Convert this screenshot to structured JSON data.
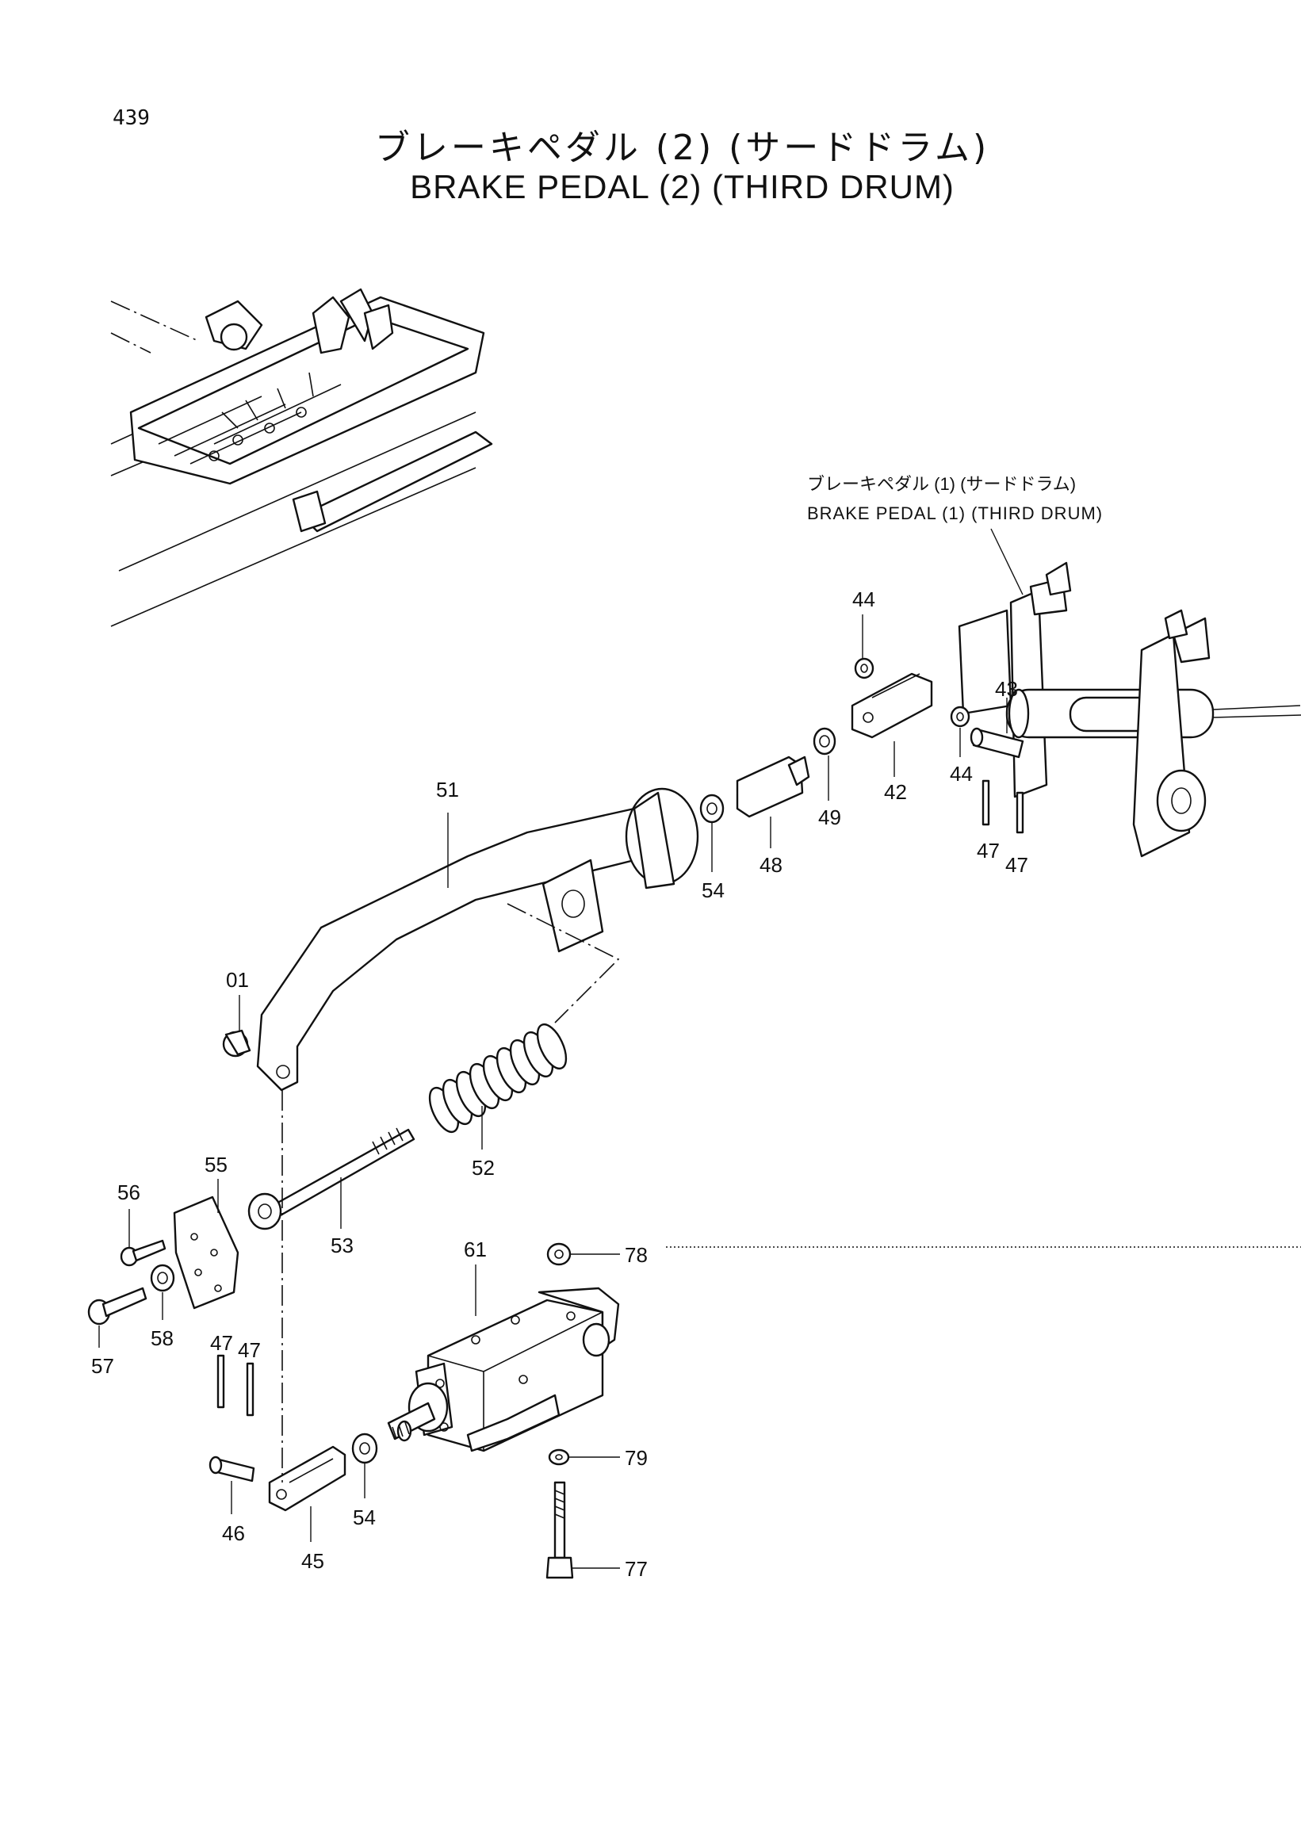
{
  "page_number": "439",
  "title": {
    "japanese": "ブレーキペダル (2) (サードドラム)",
    "english": "BRAKE PEDAL (2) (THIRD DRUM)"
  },
  "reference": {
    "japanese": "ブレーキペダル (1) (サードドラム)",
    "english": "BRAKE PEDAL (1) (THIRD DRUM)"
  },
  "callouts": [
    {
      "id": "44a",
      "label": "44"
    },
    {
      "id": "43",
      "label": "43"
    },
    {
      "id": "42",
      "label": "42"
    },
    {
      "id": "44b",
      "label": "44"
    },
    {
      "id": "47a",
      "label": "47"
    },
    {
      "id": "47b",
      "label": "47"
    },
    {
      "id": "51",
      "label": "51"
    },
    {
      "id": "54a",
      "label": "54"
    },
    {
      "id": "48",
      "label": "48"
    },
    {
      "id": "49",
      "label": "49"
    },
    {
      "id": "01",
      "label": "01"
    },
    {
      "id": "52",
      "label": "52"
    },
    {
      "id": "55",
      "label": "55"
    },
    {
      "id": "56",
      "label": "56"
    },
    {
      "id": "53",
      "label": "53"
    },
    {
      "id": "61",
      "label": "61"
    },
    {
      "id": "78",
      "label": "78"
    },
    {
      "id": "58",
      "label": "58"
    },
    {
      "id": "57",
      "label": "57"
    },
    {
      "id": "47c",
      "label": "47"
    },
    {
      "id": "47d",
      "label": "47"
    },
    {
      "id": "79",
      "label": "79"
    },
    {
      "id": "54b",
      "label": "54"
    },
    {
      "id": "46",
      "label": "46"
    },
    {
      "id": "45",
      "label": "45"
    },
    {
      "id": "77",
      "label": "77"
    }
  ]
}
